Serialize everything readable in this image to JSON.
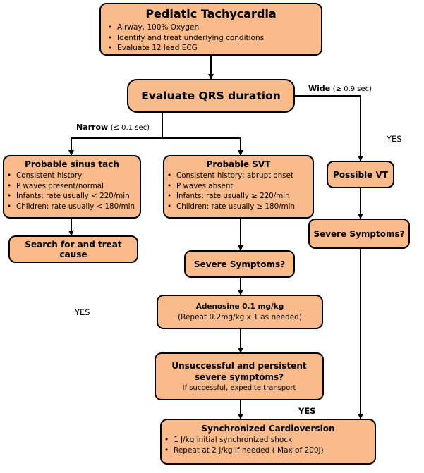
{
  "boxes": {
    "main": {
      "title": "Pediatic Tachycardia",
      "items": [
        "Airway, 100% Oxygen",
        "Identify and treat underlying conditions",
        "Evaluate 12 lead ECG"
      ]
    },
    "evaluate_qrs": {
      "title": "Evaluate QRS duration"
    },
    "sinus_tach": {
      "title": "Probable sinus tach",
      "items": [
        "Consistent history",
        "P waves present/normal",
        "Infants:  rate usually < 220/min",
        "Children: rate usually < 180/min"
      ]
    },
    "svt": {
      "title": "Probable SVT",
      "items": [
        "Consistent history; abrupt onset",
        "P waves absent",
        "Infants:  rate usually ≥ 220/min",
        "Children:  rate usually ≥ 180/min"
      ]
    },
    "possible_vt": {
      "title": "Possible VT"
    },
    "treat_cause": {
      "title": "Search for and treat cause"
    },
    "severe_symptoms_svt": {
      "title": "Severe Symptoms?"
    },
    "severe_symptoms_vt": {
      "title": "Severe Symptoms?"
    },
    "adenosine": {
      "title": "Adenosine 0.1 mg/kg",
      "subtitle": "(Repeat 0.2mg/kg x 1 as needed)"
    },
    "unsuccessful": {
      "title_line1": "Unsuccessful and persistent",
      "title_line2": "severe symptoms?",
      "subtitle": "If successful, expedite transport"
    },
    "cardioversion": {
      "title": "Synchronized Cardioversion",
      "items": [
        "1 J/kg initial synchronized shock",
        "Repeat at 2 J/kg if needed ( Max of 200J)"
      ]
    }
  },
  "labels": {
    "wide": "Wide",
    "wide_detail": "(≥ 0.9 sec)",
    "narrow": "Narrow",
    "narrow_detail": "(≤ 0.1 sec)",
    "yes_right": "YES",
    "yes_left": "YES",
    "yes_bottom": "YES"
  },
  "colors": {
    "box_fill": "#f9bb8c",
    "line": "#000000"
  }
}
